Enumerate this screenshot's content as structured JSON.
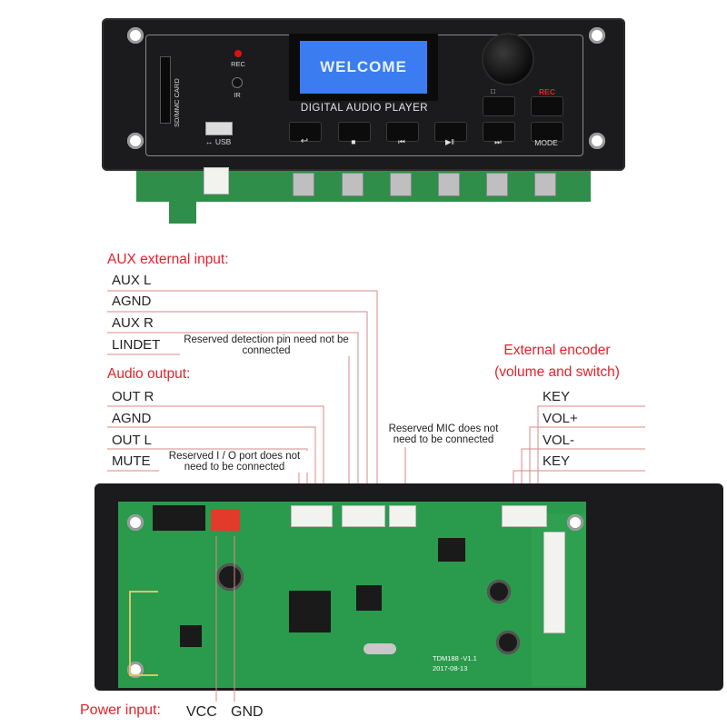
{
  "panel": {
    "lcd_text": "WELCOME",
    "product_title": "DIGITAL AUDIO PLAYER",
    "sd_label": "SD/MMC CARD",
    "rec_led_label": "REC",
    "ir_label": "IR",
    "usb_label": "USB",
    "rec_button_label": "REC",
    "mode_button_label": "MODE"
  },
  "aux_input": {
    "title": "AUX external input:",
    "pins": [
      "AUX L",
      "AGND",
      "AUX R",
      "LINDET"
    ],
    "lindet_note": "Reserved detection pin need not be connected"
  },
  "audio_output": {
    "title": "Audio output:",
    "pins": [
      "OUT R",
      "AGND",
      "OUT L",
      "MUTE"
    ],
    "mute_note": "Reserved I / O port does not need to be connected"
  },
  "mic_note": "Reserved MIC does not need to be connected",
  "encoder": {
    "title_line1": "External encoder",
    "title_line2": "(volume and switch)",
    "pins": [
      "KEY",
      "VOL+",
      "VOL-",
      "KEY"
    ]
  },
  "power": {
    "title": "Power input:",
    "vcc": "VCC",
    "gnd": "GND"
  },
  "board": {
    "model": "TDM188 -V1.1",
    "date": "2017-08-13"
  },
  "colors": {
    "title_red": "#e8202a",
    "wire": "#d98a8a",
    "pcb_green": "#2a9a4c",
    "lcd_blue": "#3b7cf0"
  }
}
